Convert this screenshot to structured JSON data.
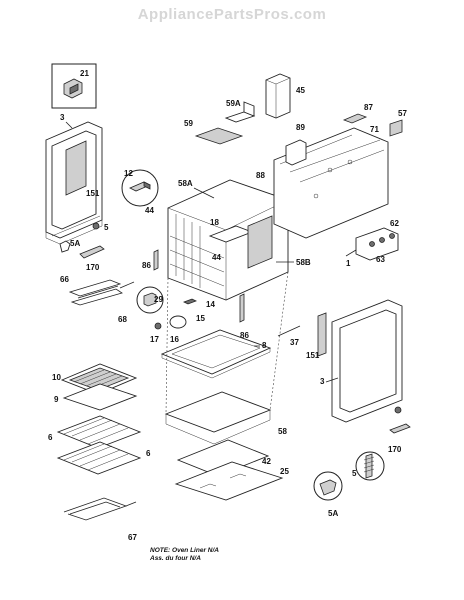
{
  "watermark": "AppliancePartsPros.com",
  "note": {
    "line1": "NOTE: Oven Liner N/A",
    "line2": "Ass. du four N/A"
  },
  "labels": {
    "p21": "21",
    "p3_left": "3",
    "p151_left": "151",
    "p5_left": "5",
    "p5A_left": "5A",
    "p170_left": "170",
    "p66": "66",
    "p68": "68",
    "p12": "12",
    "p44_a": "44",
    "p59": "59",
    "p59A": "59A",
    "p45": "45",
    "p58A": "58A",
    "p88": "88",
    "p89": "89",
    "p87": "87",
    "p57": "57",
    "p71": "71",
    "p18": "18",
    "p44_b": "44",
    "p86_a": "86",
    "p58B": "58B",
    "p62": "62",
    "p63": "63",
    "p1": "1",
    "p29": "29",
    "p14": "14",
    "p15": "15",
    "p16": "16",
    "p17": "17",
    "p86_b": "86",
    "p8": "8",
    "p37": "37",
    "p151_right": "151",
    "p3_right": "3",
    "p10": "10",
    "p9": "9",
    "p6_a": "6",
    "p6_b": "6",
    "p58": "58",
    "p42": "42",
    "p25": "25",
    "p67": "67",
    "p5A_right": "5A",
    "p5_right": "5",
    "p170_right": "170"
  }
}
